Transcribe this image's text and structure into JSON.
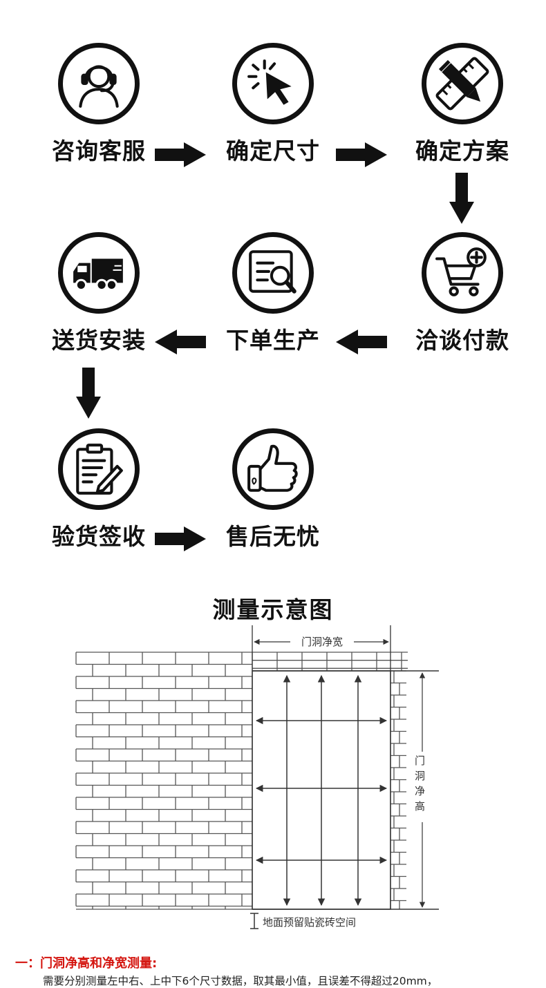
{
  "process": {
    "steps": [
      {
        "label": "咨询客服",
        "icon": "customer-service-headset-icon"
      },
      {
        "label": "确定尺寸",
        "icon": "cursor-click-icon"
      },
      {
        "label": "确定方案",
        "icon": "pencil-ruler-icon"
      },
      {
        "label": "洽谈付款",
        "icon": "shopping-cart-plus-icon"
      },
      {
        "label": "下单生产",
        "icon": "document-search-icon"
      },
      {
        "label": "送货安装",
        "icon": "delivery-truck-icon"
      },
      {
        "label": "验货签收",
        "icon": "clipboard-sign-icon"
      },
      {
        "label": "售后无忧",
        "icon": "thumbs-up-icon"
      }
    ]
  },
  "measure": {
    "title": "测量示意图",
    "width_label": "门洞净宽",
    "height_label": "门洞净高",
    "floor_label": "地面预留贴瓷砖空间"
  },
  "notes": {
    "heading": "一：门洞净高和净宽测量:",
    "text": "需要分别测量左中右、上中下6个尺寸数据，取其最小值，且误差不得超过20mm，"
  }
}
